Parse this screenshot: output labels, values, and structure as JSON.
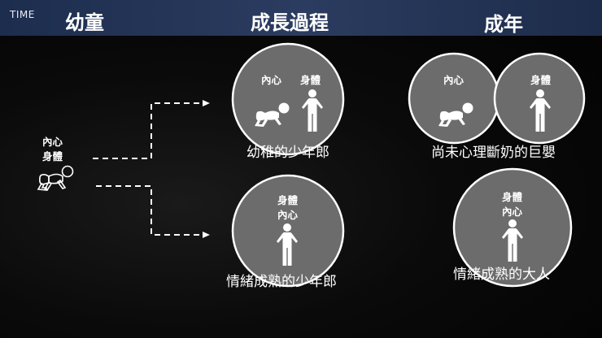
{
  "header": {
    "time": "TIME",
    "stage1": "幼童",
    "stage2": "成長過程",
    "stage3": "成年"
  },
  "left": {
    "inner": "內心",
    "body": "身體"
  },
  "top_middle": {
    "inner": "內心",
    "body": "身體",
    "caption": "幼稚的少年郎"
  },
  "bottom_middle": {
    "body": "身體",
    "inner": "內心",
    "caption": "情緒成熟的少年郎"
  },
  "top_right": {
    "inner": "內心",
    "body": "身體",
    "caption": "尚未心理斷奶的巨嬰"
  },
  "bottom_right": {
    "body": "身體",
    "inner": "內心",
    "caption": "情緒成熟的大人"
  }
}
